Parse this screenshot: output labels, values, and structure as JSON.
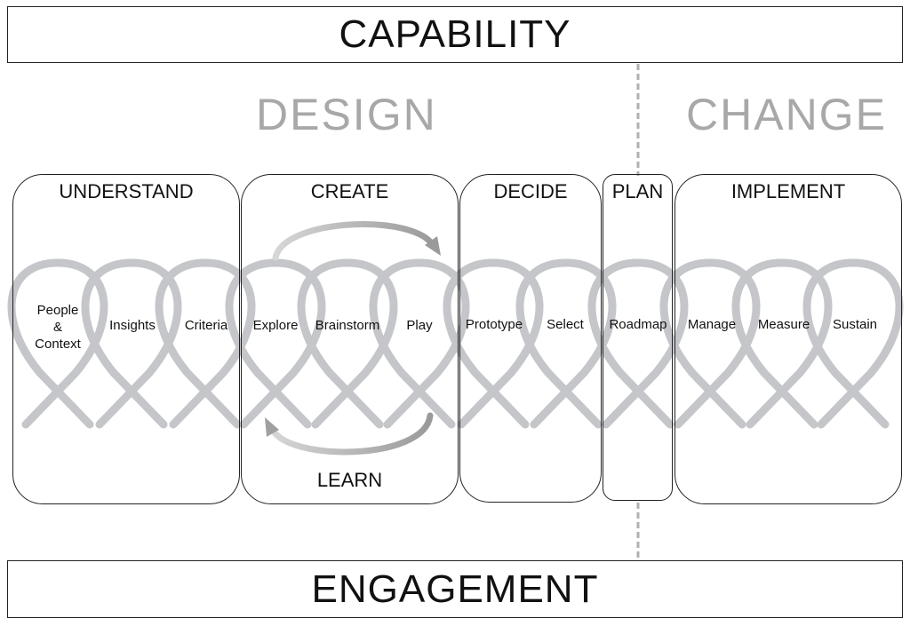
{
  "top_label": "CAPABILITY",
  "bottom_label": "ENGAGEMENT",
  "phases": {
    "design": "DESIGN",
    "change": "CHANGE"
  },
  "panels": {
    "understand": "UNDERSTAND",
    "create": "CREATE",
    "decide": "DECIDE",
    "plan": "PLAN",
    "implement": "IMPLEMENT",
    "learn": "LEARN"
  },
  "nodes": {
    "people_line1": "People",
    "people_line2": "&",
    "people_line3": "Context",
    "insights": "Insights",
    "criteria": "Criteria",
    "explore": "Explore",
    "brainstorm": "Brainstorm",
    "play": "Play",
    "prototype": "Prototype",
    "select": "Select",
    "roadmap": "Roadmap",
    "manage": "Manage",
    "measure": "Measure",
    "sustain": "Sustain"
  },
  "colors": {
    "loops": "#c4c6c9",
    "phase_text": "#a8a8a8",
    "border": "#222222",
    "divider": "#b0b0b0"
  }
}
